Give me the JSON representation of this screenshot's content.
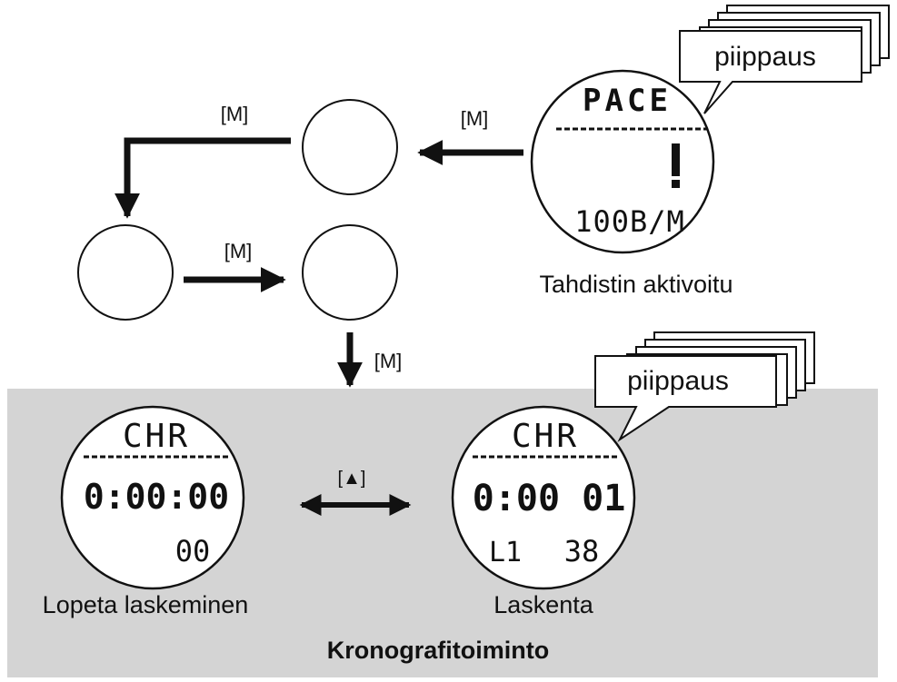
{
  "labels": {
    "m1": "[M]",
    "m2": "[M]",
    "m3": "[M]",
    "m4": "[M]",
    "up": "[▲]",
    "pacer_activated": "Tahdistin aktivoitu",
    "stop_counting": "Lopeta laskeminen",
    "counting": "Laskenta",
    "section_title": "Kronografitoiminto",
    "beep_top": "piippaus",
    "beep_bottom": "piippaus"
  },
  "displays": {
    "pacer_top": "PACE",
    "pacer_bottom": "100B/M",
    "chr_stop_top": "CHR",
    "chr_stop_main": "0:00:00",
    "chr_stop_sub": "00",
    "chr_run_top": "CHR",
    "chr_run_main": "0:00 01",
    "chr_run_lap": "L1",
    "chr_run_sub": "38"
  },
  "colors": {
    "panel": "#d4d4d4",
    "ink": "#111111"
  }
}
